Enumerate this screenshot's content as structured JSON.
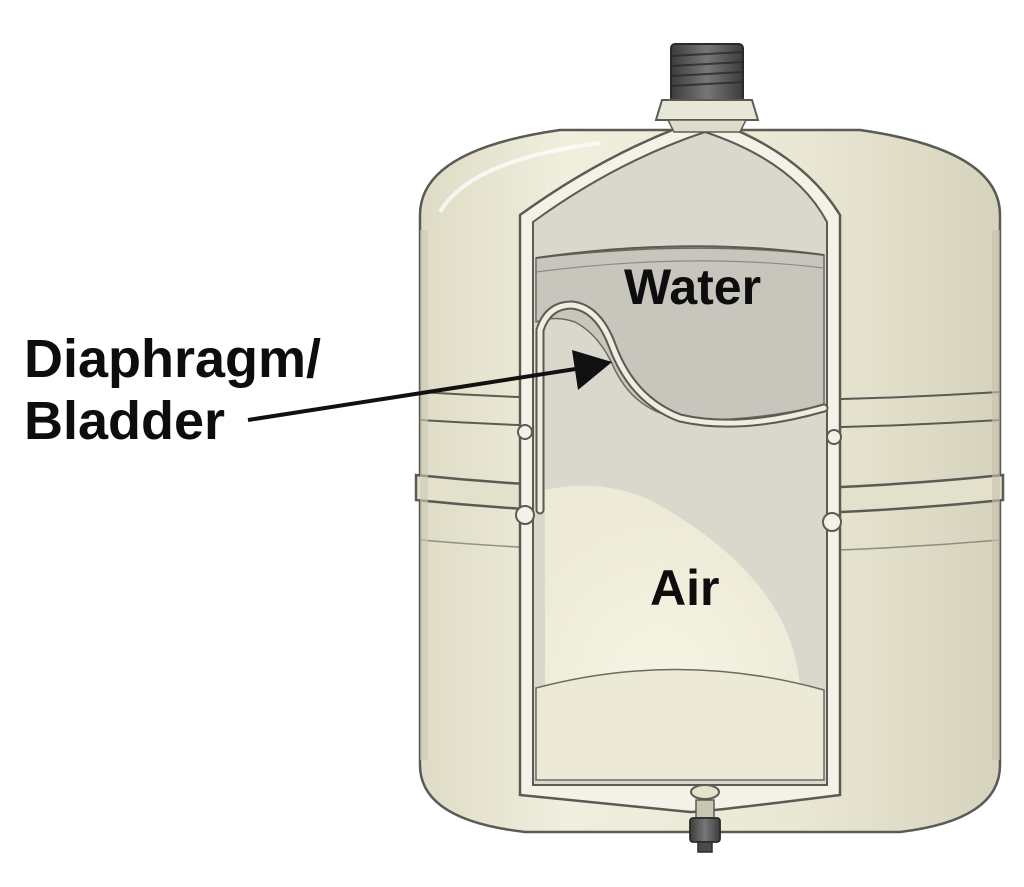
{
  "labels": {
    "water": "Water",
    "air": "Air",
    "diaphragm_line1": "Diaphragm/",
    "diaphragm_line2": "Bladder"
  },
  "colors": {
    "tank_body": "#ebe8d6",
    "tank_shadow": "#d8d5c0",
    "cutaway_water": "#c9c7bd",
    "cutaway_air": "#d6d4c8",
    "air_highlight": "#f3f1de",
    "outline": "#5b5b55",
    "label_text": "#0d0d0d",
    "fitting": "#4a4a47"
  },
  "icons": {
    "tank": "expansion-tank-icon",
    "arrow": "pointer-arrow-icon",
    "top_fitting": "threaded-fitting-icon",
    "bottom_valve": "air-valve-icon"
  }
}
